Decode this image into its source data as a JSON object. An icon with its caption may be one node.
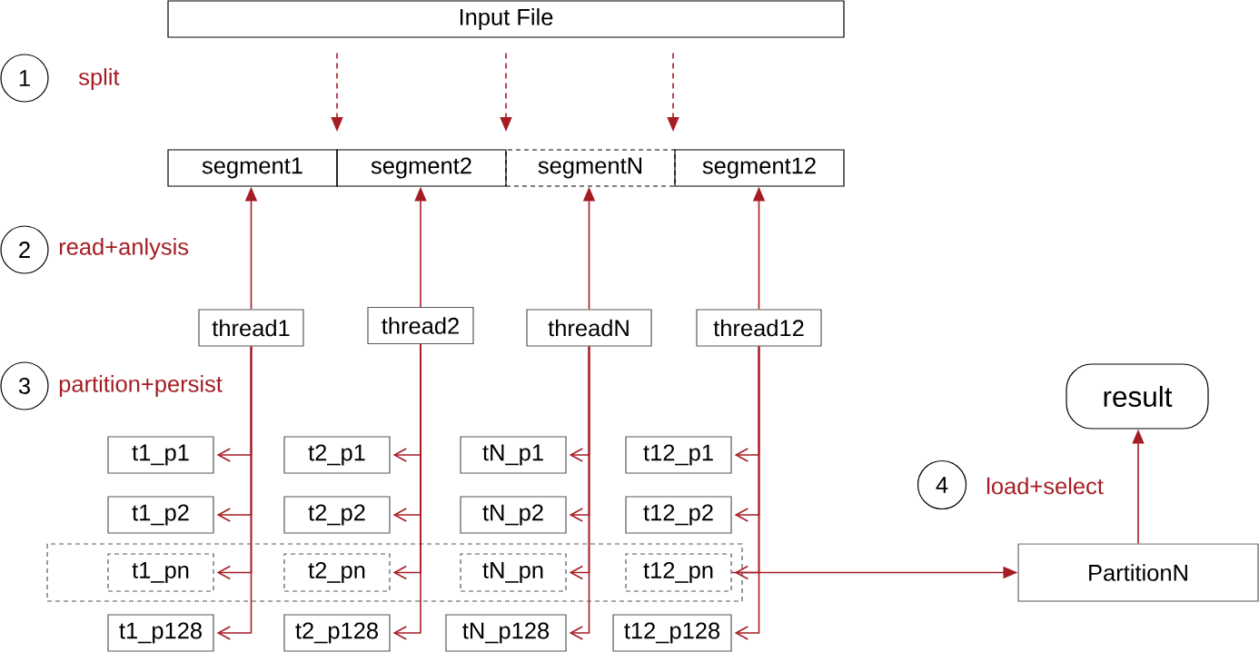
{
  "diagram": {
    "nodes": [
      {
        "text": [
          "Input File"
        ]
      },
      {
        "text": [
          "1"
        ],
        "beside": [
          "split"
        ]
      },
      {
        "text": [
          "segment1"
        ]
      },
      {
        "text": [
          "segment2"
        ]
      },
      {
        "text": [
          "segmentN"
        ]
      },
      {
        "text": [
          "segment12"
        ]
      },
      {
        "text": [
          "2"
        ],
        "beside": [
          "read+anlysis"
        ]
      },
      {
        "text": [
          "thread1"
        ]
      },
      {
        "text": [
          "thread2"
        ]
      },
      {
        "text": [
          "threadN"
        ]
      },
      {
        "text": [
          "thread12"
        ]
      },
      {
        "text": [
          "3"
        ],
        "beside": [
          "partition+persist"
        ]
      },
      {
        "text": [
          "result"
        ]
      },
      {
        "text": [
          "t1_p1"
        ]
      },
      {
        "text": [
          "t2_p1"
        ]
      },
      {
        "text": [
          "tN_p1"
        ]
      },
      {
        "text": [
          "t12_p1"
        ]
      },
      {
        "text": [
          "4"
        ],
        "beside": [
          "load+select"
        ]
      },
      {
        "text": [
          "t1_p2"
        ]
      },
      {
        "text": [
          "t2_p2"
        ]
      },
      {
        "text": [
          "tN_p2"
        ]
      },
      {
        "text": [
          "t12_p2"
        ]
      },
      {
        "text": [],
        "shape": "box"
      },
      {
        "text": [
          "t1_pn"
        ],
        "in": 22
      },
      {
        "text": [
          "t2_pn"
        ],
        "in": 22
      },
      {
        "text": [
          "tN_pn"
        ],
        "in": 22
      },
      {
        "text": [
          "t12_pn"
        ],
        "in": 22
      },
      {
        "text": [
          "PartitionN"
        ]
      },
      {
        "text": [
          "t1_p128"
        ]
      },
      {
        "text": [
          "t2_p128"
        ]
      },
      {
        "text": [
          "tN_p128"
        ]
      },
      {
        "text": [
          "t12_p128"
        ]
      }
    ],
    "edges": [
      {
        "from": 0,
        "to": null,
        "arrow": "to",
        "style": "dashed"
      },
      {
        "from": 0,
        "to": null,
        "arrow": "to",
        "style": "dashed"
      },
      {
        "from": 0,
        "to": null,
        "arrow": "to",
        "style": "dashed"
      },
      {
        "from": 7,
        "to": 2,
        "arrow": "to"
      },
      {
        "from": 8,
        "to": 3,
        "arrow": "to"
      },
      {
        "from": 9,
        "to": 4,
        "arrow": "to"
      },
      {
        "from": 10,
        "to": 5,
        "arrow": "to"
      },
      {
        "from": 7,
        "to": 13,
        "arrow": "to"
      },
      {
        "from": 7,
        "to": 18,
        "arrow": "to"
      },
      {
        "from": 7,
        "to": 23,
        "arrow": "to"
      },
      {
        "from": 7,
        "to": 28,
        "arrow": "to"
      },
      {
        "from": 8,
        "to": 14,
        "arrow": "to"
      },
      {
        "from": 8,
        "to": 19,
        "arrow": "to"
      },
      {
        "from": 8,
        "to": 24,
        "arrow": "to"
      },
      {
        "from": 8,
        "to": 29,
        "arrow": "to"
      },
      {
        "from": 9,
        "to": 15,
        "arrow": "to"
      },
      {
        "from": 9,
        "to": 20,
        "arrow": "to"
      },
      {
        "from": 9,
        "to": 25,
        "arrow": "to"
      },
      {
        "from": 9,
        "to": 30,
        "arrow": "to"
      },
      {
        "from": 10,
        "to": 16,
        "arrow": "to"
      },
      {
        "from": 10,
        "to": 21,
        "arrow": "to"
      },
      {
        "from": 10,
        "to": 26,
        "arrow": "to"
      },
      {
        "from": 10,
        "to": 31,
        "arrow": "to"
      },
      {
        "from": 26,
        "to": 27,
        "arrow": "to"
      },
      {
        "from": 27,
        "to": 12,
        "arrow": "to"
      }
    ]
  }
}
